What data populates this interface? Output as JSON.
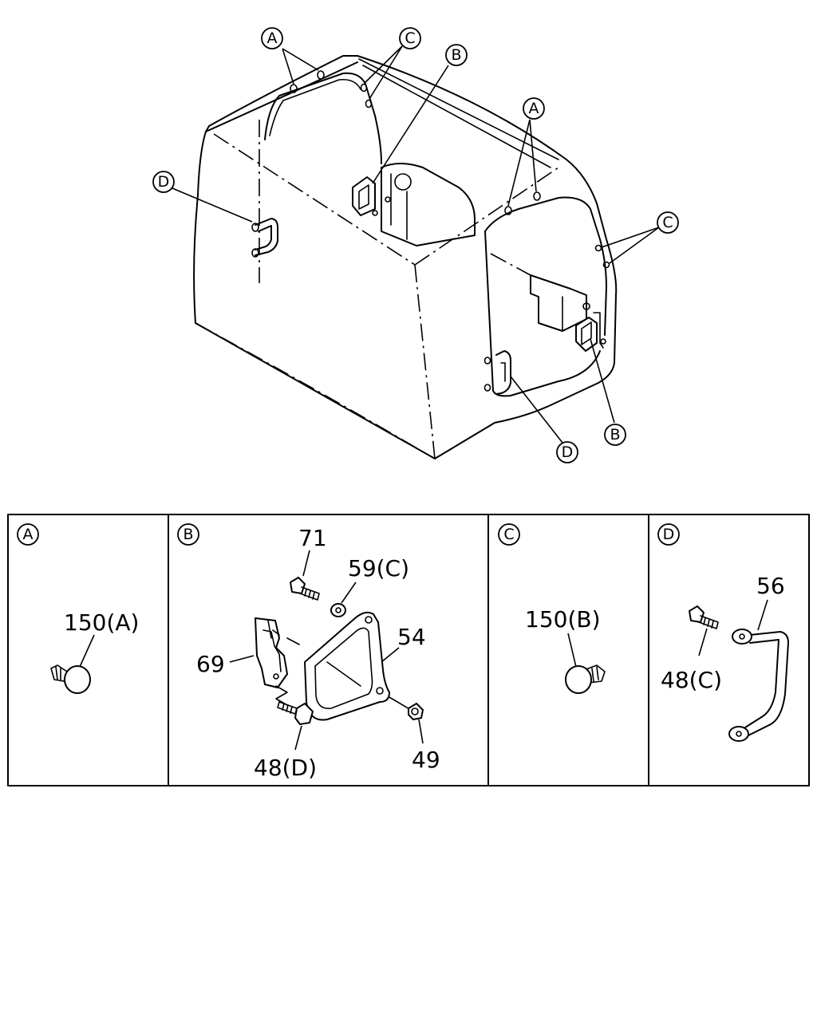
{
  "callouts": {
    "a": "A",
    "b": "B",
    "c": "C",
    "d": "D"
  },
  "panels": {
    "a": {
      "label": "A",
      "parts": {
        "p150a": "150(A)"
      }
    },
    "b": {
      "label": "B",
      "parts": {
        "p71": "71",
        "p59c": "59(C)",
        "p54": "54",
        "p69": "69",
        "p48d": "48(D)",
        "p49": "49"
      }
    },
    "c": {
      "label": "C",
      "parts": {
        "p150b": "150(B)"
      }
    },
    "d": {
      "label": "D",
      "parts": {
        "p56": "56",
        "p48c": "48(C)"
      }
    }
  }
}
